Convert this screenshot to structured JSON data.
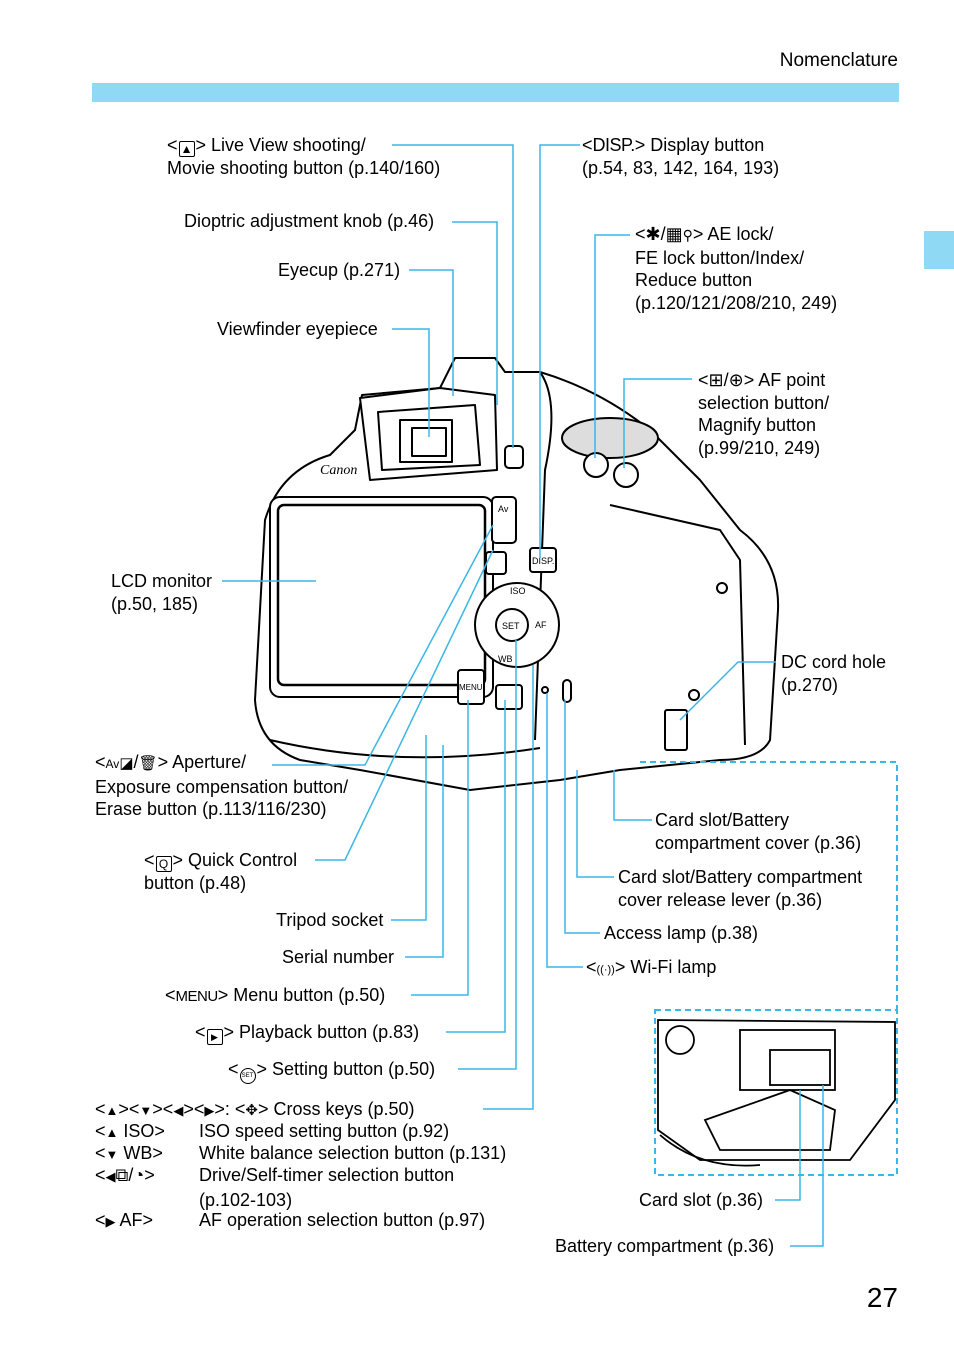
{
  "header": {
    "section": "Nomenclature"
  },
  "page_number": "27",
  "icons": {
    "camera": "▲",
    "disp": "DISP.",
    "ae_lock": "✱",
    "index": "▦",
    "reduce": "⚲",
    "af_point": "⊞",
    "magnify": "⊕",
    "av": "Av",
    "exp_comp": "◪",
    "erase": "🗑",
    "quick": "Q",
    "menu": "MENU",
    "play": "▶",
    "set": "SET",
    "wifi": "((·))",
    "up": "▲",
    "down": "▼",
    "left": "◀",
    "right": "▶",
    "cross": "✥",
    "iso": "ISO",
    "wb": "WB",
    "drive": "⧉",
    "timer": "◔",
    "af": "AF"
  },
  "labels": {
    "live_view": {
      "line1": "> Live View shooting/",
      "line2": "Movie shooting button (p.140/160)"
    },
    "dioptric": "Dioptric adjustment knob (p.46)",
    "eyecup": "Eyecup (p.271)",
    "viewfinder": "Viewfinder eyepiece",
    "lcd": {
      "line1": "LCD monitor",
      "line2": "(p.50, 185)"
    },
    "aperture": {
      "line1": "> Aperture/",
      "line2": "Exposure compensation button/",
      "line3": "Erase button (p.113/116/230)"
    },
    "quick_control": {
      "line1": "> Quick Control",
      "line2": "button (p.48)"
    },
    "tripod": "Tripod socket",
    "serial": "Serial number",
    "menu": "> Menu button (p.50)",
    "playback": "> Playback button (p.83)",
    "setting": "> Setting button (p.50)",
    "cross_keys": "> Cross keys (p.50)",
    "iso": "ISO speed setting button (p.92)",
    "wb": "White balance selection button (p.131)",
    "drive": {
      "line1": "Drive/Self-timer selection button",
      "line2": "(p.102-103)"
    },
    "af": "AF operation selection button (p.97)",
    "disp": {
      "line1": "> Display button",
      "line2": "(p.54, 83, 142, 164, 193)"
    },
    "ae_lock": {
      "line1": "> AE lock/",
      "line2": "FE lock button/Index/",
      "line3": "Reduce button",
      "line4": "(p.120/121/208/210, 249)"
    },
    "af_point": {
      "line1": "> AF point",
      "line2": "selection button/",
      "line3": "Magnify button",
      "line4": "(p.99/210, 249)"
    },
    "dc_cord": {
      "line1": "DC cord hole",
      "line2": "(p.270)"
    },
    "card_cover": {
      "line1": "Card slot/Battery",
      "line2": "compartment cover (p.36)"
    },
    "release_lever": {
      "line1": "Card slot/Battery compartment",
      "line2": "cover release lever (p.36)"
    },
    "access_lamp": "Access lamp (p.38)",
    "wifi_lamp": "> Wi-Fi lamp",
    "card_slot": "Card slot (p.36)",
    "battery": "Battery compartment (p.36)"
  },
  "camera_marks": {
    "brand": "Canon",
    "btn_av": "Av",
    "btn_disp": "DISP.",
    "btn_iso": "ISO",
    "btn_set": "SET",
    "btn_wb": "WB",
    "btn_af": "AF",
    "btn_menu": "MENU"
  },
  "colors": {
    "accent": "#8fd9f5",
    "leader": "#3ab6e8"
  }
}
